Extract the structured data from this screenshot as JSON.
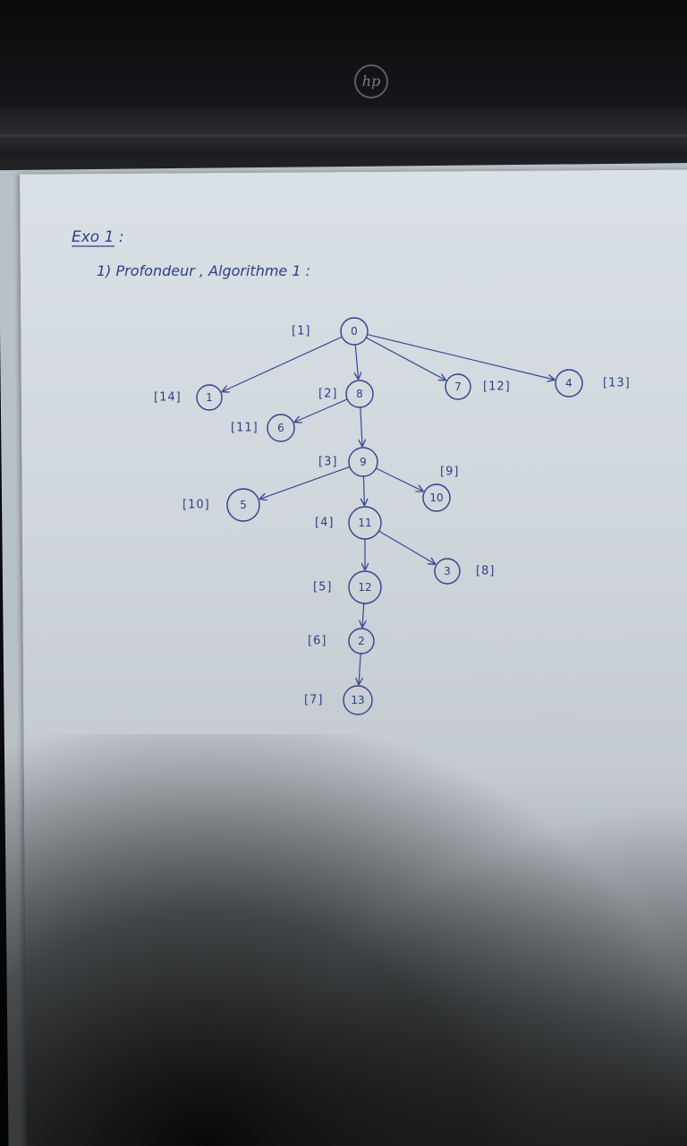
{
  "laptop": {
    "logo": "hp"
  },
  "notes": {
    "heading": "Exo 1 :",
    "subheading": "1) Profondeur , Algorithme 1 :"
  },
  "tree": {
    "nodes": [
      {
        "id": "n0",
        "label": "0",
        "order": "[1]"
      },
      {
        "id": "n1",
        "label": "1",
        "order": "[14]"
      },
      {
        "id": "n8",
        "label": "8",
        "order": "[2]"
      },
      {
        "id": "n7",
        "label": "7",
        "order": "[12]"
      },
      {
        "id": "n4",
        "label": "4",
        "order": "[13]"
      },
      {
        "id": "n6",
        "label": "6",
        "order": "[11]"
      },
      {
        "id": "n9",
        "label": "9",
        "order": "[3]"
      },
      {
        "id": "n5",
        "label": "5",
        "order": "[10]"
      },
      {
        "id": "n10",
        "label": "10",
        "order": "[9]"
      },
      {
        "id": "n11",
        "label": "11",
        "order": "[4]"
      },
      {
        "id": "n3",
        "label": "3",
        "order": "[8]"
      },
      {
        "id": "n12",
        "label": "12",
        "order": "[5]"
      },
      {
        "id": "n2",
        "label": "2",
        "order": "[6]"
      },
      {
        "id": "n13",
        "label": "13",
        "order": "[7]"
      }
    ],
    "edges": [
      [
        "n0",
        "n1"
      ],
      [
        "n0",
        "n8"
      ],
      [
        "n0",
        "n7"
      ],
      [
        "n0",
        "n4"
      ],
      [
        "n8",
        "n6"
      ],
      [
        "n8",
        "n9"
      ],
      [
        "n9",
        "n5"
      ],
      [
        "n9",
        "n10"
      ],
      [
        "n9",
        "n11"
      ],
      [
        "n11",
        "n3"
      ],
      [
        "n11",
        "n12"
      ],
      [
        "n12",
        "n2"
      ],
      [
        "n2",
        "n13"
      ]
    ]
  },
  "colors": {
    "ink": "#2f3f86",
    "paper": "#d9e0e6"
  }
}
